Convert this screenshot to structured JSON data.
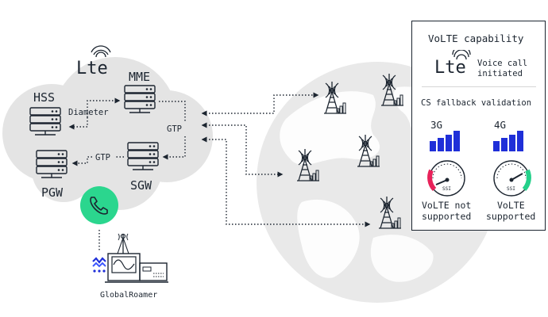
{
  "colors": {
    "cloud": "#e4e4e4",
    "globe": "#e9e9e9",
    "ink": "#1c2530",
    "bars": "#1f2fd8",
    "phone": "#2bd68e",
    "gauge_red": "#e8225a",
    "gauge_green": "#24d08a"
  },
  "core": {
    "lte_logo": "Lte",
    "hss": "HSS",
    "mme": "MME",
    "pgw": "PGW",
    "sgw": "SGW",
    "diameter": "Diameter",
    "gtp_mme_sgw": "GTP",
    "gtp_sgw_pgw": "GTP"
  },
  "roamer": {
    "label": "GlobalRoamer",
    "phone_icon": "phone-icon",
    "logo_icon": "m-logo-icon"
  },
  "panel": {
    "title": "VoLTE capability",
    "lte_logo": "Lte",
    "voice_line1": "Voice call",
    "voice_line2": "initiated",
    "cs_fallback": "CS fallback validation",
    "g3": "3G",
    "g4": "4G",
    "gauge_label": "SSI",
    "left_status_line1": "VoLTE not",
    "left_status_line2": "supported",
    "right_status_line1": "VoLTE",
    "right_status_line2": "supported"
  }
}
